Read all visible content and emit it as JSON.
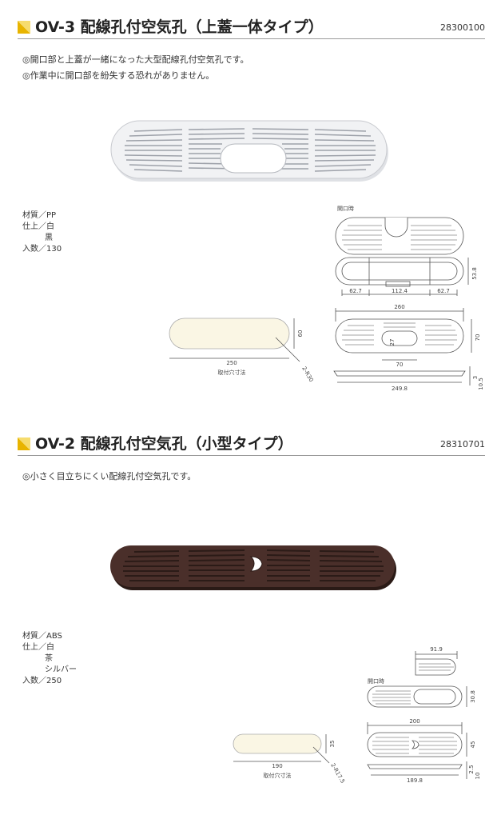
{
  "section1": {
    "title": "OV-3 配線孔付空気孔（上蓋一体タイプ）",
    "code": "28300100",
    "desc1": "◎開口部と上蓋が一緒になった大型配線孔付空気孔です。",
    "desc2": "◎作業中に開口部を紛失する恐れがありません。",
    "spec": {
      "material": "材質／PP",
      "finish1": "仕上／白",
      "finish2": "黒",
      "qty": "入数／130"
    },
    "drawing": {
      "open_label": "開口時",
      "dim_53_8": "53.8",
      "dim_62_7a": "62.7",
      "dim_112_4": "112.4",
      "dim_62_7b": "62.7",
      "dim_260": "260",
      "dim_70v": "70",
      "dim_27": "27",
      "dim_70h": "70",
      "dim_3": "3",
      "dim_10_5": "10.5",
      "dim_249_8": "249.8",
      "cut_60": "60",
      "cut_250": "250",
      "cut_r30": "2-R30",
      "cut_label": "取付穴寸法"
    }
  },
  "section2": {
    "title": "OV-2 配線孔付空気孔（小型タイプ）",
    "code": "28310701",
    "desc1": "◎小さく目立ちにくい配線孔付空気孔です。",
    "spec": {
      "material": "材質／ABS",
      "finish1": "仕上／白",
      "finish2": "茶",
      "finish3": "シルバー",
      "qty": "入数／250"
    },
    "drawing": {
      "dim_91_9": "91.9",
      "open_label": "開口時",
      "dim_30_8": "30.8",
      "dim_200": "200",
      "dim_45": "45",
      "dim_2_5": "2.5",
      "dim_10": "10",
      "dim_189_8": "189.8",
      "cut_35": "35",
      "cut_190": "190",
      "cut_r17_5": "2-R17.5",
      "cut_label": "取付穴寸法"
    }
  },
  "colors": {
    "accent": "#e8b400",
    "brown": "#4a2f2a",
    "white_part": "#eeeff1",
    "cut_fill": "#faf6e4"
  }
}
